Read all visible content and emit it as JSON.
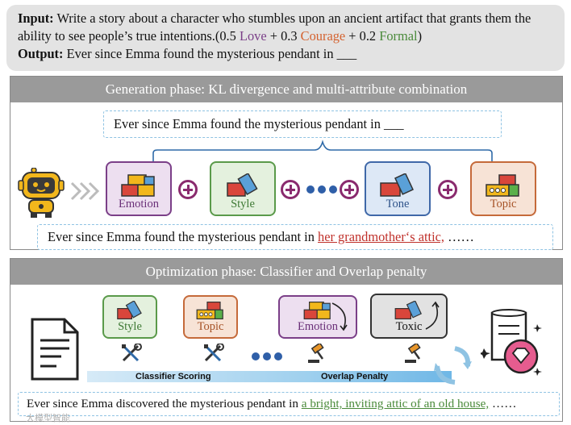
{
  "input": {
    "input_label": "Input:",
    "input_text_1": "Write a story about a character who stumbles upon an ancient artifact that grants them the ability to see people’s true intentions.(0.5 ",
    "love": "Love",
    "plus_1": " + 0.3 ",
    "courage": "Courage",
    "plus_2": " + 0.2 ",
    "formal": "Formal",
    "close": ")",
    "output_label": "Output:",
    "output_text": "Ever since Emma found the mysterious pendant in ___"
  },
  "generation": {
    "title": "Generation phase: KL divergence and multi-attribute combination",
    "prompt": "Ever since Emma found the mysterious pendant in ___",
    "attributes": [
      "Emotion",
      "Style",
      "Tone",
      "Topic"
    ],
    "result_prefix": "Ever since Emma found the mysterious pendant in ",
    "result_highlight": "her grandmother‘s attic,",
    "result_suffix": " ……"
  },
  "optimization": {
    "title": "Optimization phase: Classifier and Overlap penalty",
    "attributes": [
      "Style",
      "Topic",
      "Emotion",
      "Toxic"
    ],
    "classifier_label": "Classifier Scoring",
    "overlap_label": "Overlap Penalty",
    "result_prefix": "Ever since Emma discovered the mysterious pendant in ",
    "result_highlight": "a bright, inviting attic of an old house,",
    "result_suffix": " ……"
  },
  "watermark": "大模型智能",
  "colors": {
    "love": "#7b3f88",
    "courage": "#d4622f",
    "formal": "#4a8a3a",
    "highlight_red": "#c0312b",
    "highlight_green": "#4a8a3a",
    "panel_header": "#9a9a9a",
    "dash_border": "#8fc3e3"
  },
  "icons": [
    "robot-icon",
    "chevrons-icon",
    "document-icon",
    "scroll-diamond-icon",
    "wrench-screwdriver-icon",
    "gavel-icon",
    "blocks-icon",
    "cycle-arrows-icon"
  ]
}
